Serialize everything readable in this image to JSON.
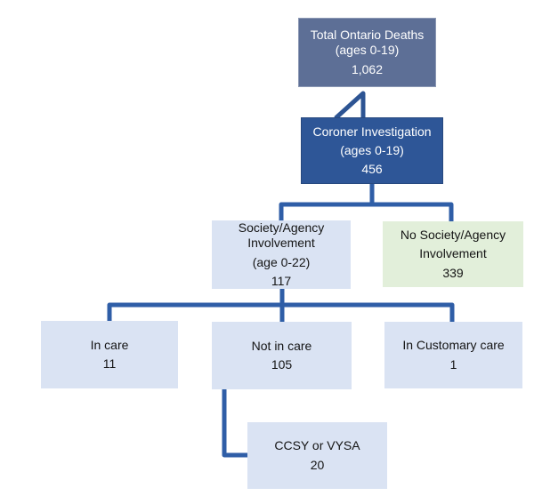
{
  "colors": {
    "slate": "#5d6f96",
    "navy": "#2e5697",
    "light_blue": "#dae3f3",
    "light_green": "#e2efda",
    "connector": "#2f5ea7",
    "arrow": "#2d5493",
    "text_dark": "#141414",
    "text_light": "#ffffff"
  },
  "boxes": {
    "total": {
      "paras": [
        "Total Ontario Deaths (ages 0-19)",
        "1,062"
      ]
    },
    "coroner": {
      "paras": [
        "Coroner Investigation",
        "(ages 0-19)",
        "456"
      ]
    },
    "society": {
      "paras": [
        "Society/Agency Involvement",
        "(age 0-22)",
        "117"
      ]
    },
    "no_society": {
      "paras": [
        "No Society/Agency",
        "Involvement",
        "339"
      ]
    },
    "in_care": {
      "paras": [
        "In care",
        "11"
      ]
    },
    "not_in_care": {
      "paras": [
        "Not in care",
        "105"
      ]
    },
    "customary": {
      "paras": [
        "In Customary care",
        "1"
      ]
    },
    "ccsy": {
      "paras": [
        "CCSY or VYSA",
        "20"
      ]
    }
  }
}
